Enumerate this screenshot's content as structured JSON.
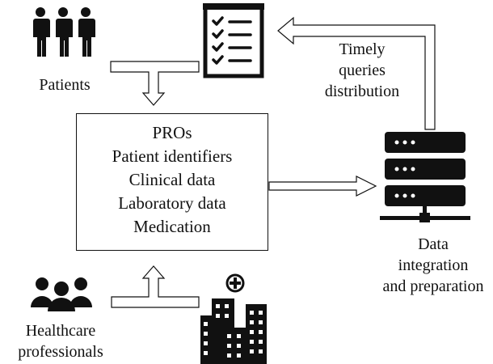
{
  "patients": {
    "label": "Patients",
    "icon": "patients-icon"
  },
  "checklist": {
    "icon": "checklist-icon"
  },
  "flow_box": {
    "lines": [
      "PROs",
      "Patient identifiers",
      "Clinical data",
      "Laboratory data",
      "Medication"
    ]
  },
  "feedback": {
    "lines": [
      "Timely",
      "queries",
      "distribution"
    ]
  },
  "server": {
    "icon": "server-icon",
    "lines": [
      "Data",
      "integration",
      "and preparation"
    ]
  },
  "professionals": {
    "lines": [
      "Healthcare",
      "professionals"
    ],
    "icon": "people-group-icon"
  },
  "hospital": {
    "icon": "hospital-icon"
  },
  "colors": {
    "ink": "#111111",
    "background": "#ffffff"
  }
}
